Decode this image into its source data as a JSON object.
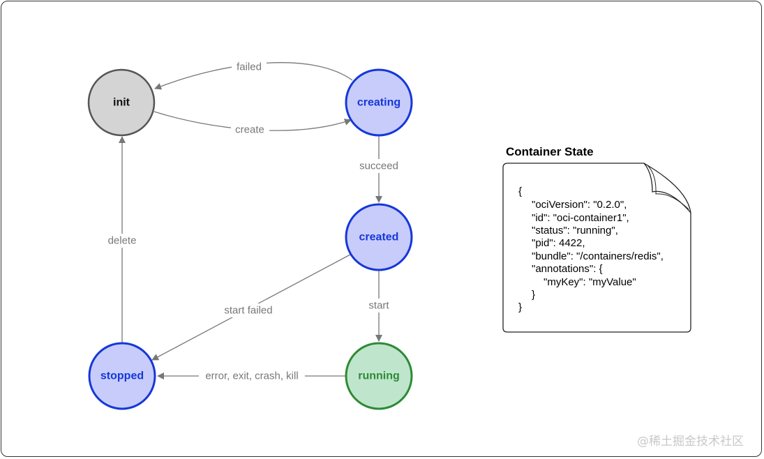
{
  "nodes": {
    "init": "init",
    "creating": "creating",
    "created": "created",
    "running": "running",
    "stopped": "stopped"
  },
  "edges": {
    "failed": "failed",
    "create": "create",
    "succeed": "succeed",
    "start": "start",
    "start_failed": "start failed",
    "error_exit": "error, exit, crash, kill",
    "delete": "delete"
  },
  "state_card": {
    "title": "Container State",
    "lines": [
      "{",
      "\"ociVersion\": \"0.2.0\",",
      "\"id\": \"oci-container1\",",
      "\"status\": \"running\",",
      "\"pid\": 4422,",
      "\"bundle\": \"/containers/redis\",",
      "\"annotations\": {",
      "\"myKey\": \"myValue\"",
      "}",
      "}"
    ]
  },
  "watermark": "@稀土掘金技术社区",
  "colors": {
    "init_fill": "#d4d4d4",
    "init_stroke": "#555555",
    "blue_fill": "#c8ccfb",
    "blue_stroke": "#1537d8",
    "blue_text": "#1537d8",
    "green_fill": "#bfe6cd",
    "green_stroke": "#2d8a35",
    "green_text": "#2d8a35",
    "edge": "#777777"
  }
}
